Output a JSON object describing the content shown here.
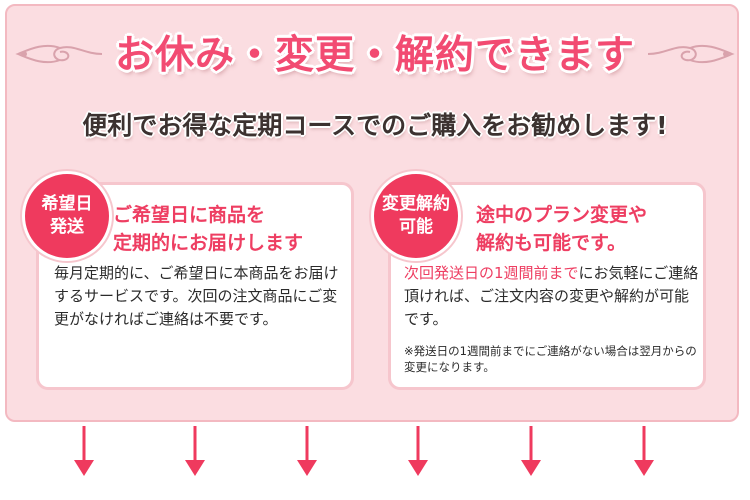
{
  "headline": "お休み・変更・解約できます",
  "subhead": "便利でお得な定期コースでのご購入をお勧めします!",
  "cards": [
    {
      "badge_line1": "希望日",
      "badge_line2": "発送",
      "title_line1": "ご希望日に商品を",
      "title_line2": "定期的にお届けします",
      "body": "毎月定期的に、ご希望日に本商品をお届けするサービスです。次回の注文商品にご変更がなければご連絡は不要です。"
    },
    {
      "badge_line1": "変更解約",
      "badge_line2": "可能",
      "title_line1": "途中のプラン変更や",
      "title_line2": "解約も可能です。",
      "body_highlight": "次回発送日の1週間前まで",
      "body_rest": "にお気軽にご連絡頂ければ、ご注文内容の変更や解約が可能です。",
      "note": "※発送日の1週間前までにご連絡がない場合は翌月からの変更になります。"
    }
  ],
  "colors": {
    "accent": "#ef3a5e",
    "panel": "#fbdde1",
    "border": "#f3b9c1"
  },
  "arrow_icon": "down-arrow-icon"
}
